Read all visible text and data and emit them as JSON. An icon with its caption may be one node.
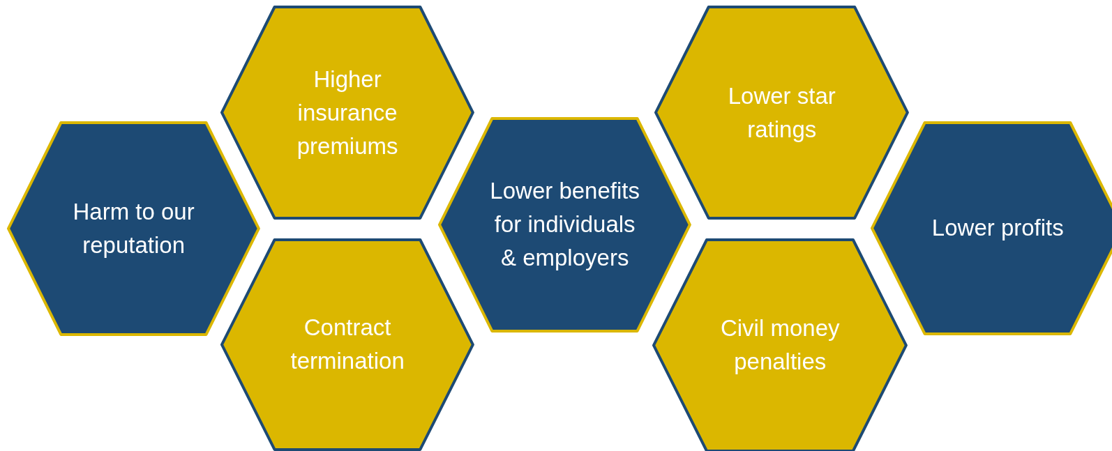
{
  "diagram": {
    "nodes": [
      {
        "text": [
          "Harm to our reputation"
        ]
      },
      {
        "text": [
          "Higher insurance premiums"
        ]
      },
      {
        "text": [
          "Contract termination"
        ]
      },
      {
        "text": [
          "Lower benefits for individuals & employers"
        ]
      },
      {
        "text": [
          "Lower star ratings"
        ]
      },
      {
        "text": [
          "Civil money penalties"
        ]
      },
      {
        "text": [
          "Lower profits"
        ]
      }
    ]
  }
}
